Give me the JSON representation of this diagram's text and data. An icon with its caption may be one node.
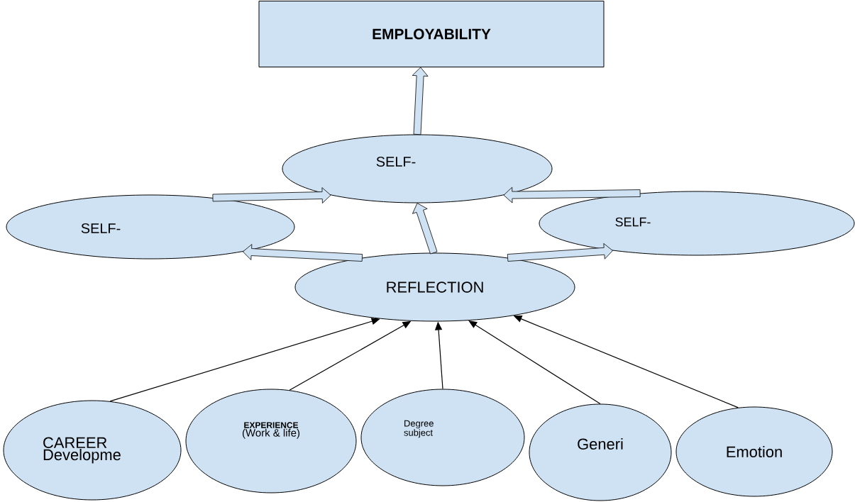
{
  "diagram": {
    "nodes": [
      {
        "text": [
          "EMPLOYABILITY"
        ]
      },
      {
        "text": [
          "SELF-"
        ]
      },
      {
        "text": [
          "SELF-"
        ]
      },
      {
        "text": [
          "SELF-"
        ]
      },
      {
        "text": [
          "REFLECTION"
        ]
      },
      {
        "text": [
          "CAREER Developme"
        ]
      },
      {
        "text": [
          "EXPERIENCE",
          "(Work & life)"
        ]
      },
      {
        "text": [
          "Degree subject"
        ]
      },
      {
        "text": [
          "Generi"
        ]
      },
      {
        "text": [
          "Emotion"
        ]
      }
    ],
    "edges": [
      {
        "from": 1,
        "to": 0,
        "arrow": "to",
        "style": "thick"
      },
      {
        "from": 2,
        "to": 1,
        "arrow": "to",
        "style": "thick"
      },
      {
        "from": 3,
        "to": 1,
        "arrow": "to",
        "style": "thick"
      },
      {
        "from": 4,
        "to": 2,
        "arrow": "to",
        "style": "thick"
      },
      {
        "from": 4,
        "to": 1,
        "arrow": "to",
        "style": "thick"
      },
      {
        "from": 4,
        "to": 3,
        "arrow": "to",
        "style": "thick"
      },
      {
        "from": 5,
        "to": 4,
        "arrow": "to"
      },
      {
        "from": 6,
        "to": 4,
        "arrow": "to"
      },
      {
        "from": 7,
        "to": 4,
        "arrow": "to"
      },
      {
        "from": 8,
        "to": 4,
        "arrow": "to"
      },
      {
        "from": 9,
        "to": 4,
        "arrow": "to"
      }
    ]
  }
}
